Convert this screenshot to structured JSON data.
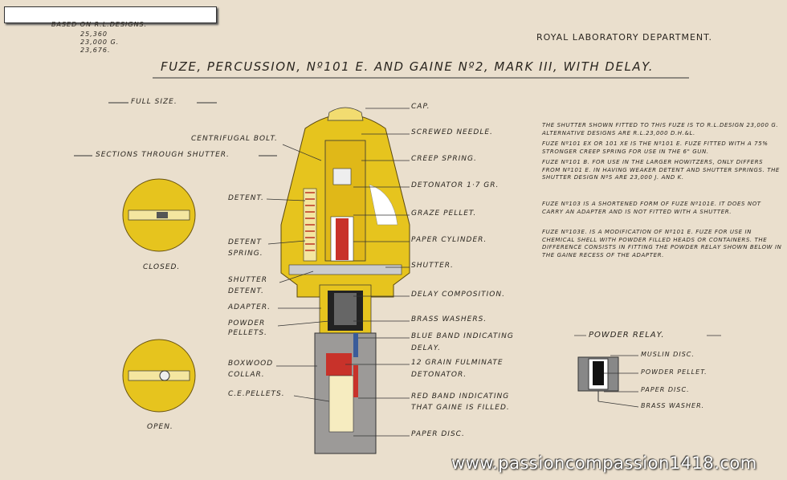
{
  "header": {
    "based_on": "BASED ON R.L.DESIGNS.",
    "designs": [
      "25,360",
      "23,000 G.",
      "23,676."
    ],
    "department": "ROYAL LABORATORY DEPARTMENT.",
    "title": "FUZE, PERCUSSION, Nº101 E. AND GAINE Nº2, MARK III, WITH DELAY."
  },
  "left": {
    "full_size": "FULL SIZE.",
    "sections": "SECTIONS THROUGH SHUTTER.",
    "closed": "CLOSED.",
    "open": "OPEN."
  },
  "labels_left": [
    "CENTRIFUGAL BOLT.",
    "DETENT.",
    "DETENT",
    "SPRING.",
    "SHUTTER",
    "DETENT.",
    "ADAPTER.",
    "POWDER",
    "PELLETS.",
    "BOXWOOD",
    "COLLAR.",
    "C.E.PELLETS."
  ],
  "labels_right": [
    "CAP.",
    "SCREWED NEEDLE.",
    "CREEP SPRING.",
    "DETONATOR 1·7 GR.",
    "GRAZE PELLET.",
    "PAPER CYLINDER.",
    "SHUTTER.",
    "DELAY COMPOSITION.",
    "BRASS WASHERS.",
    "BLUE BAND INDICATING",
    "DELAY.",
    "12 GRAIN FULMINATE",
    "DETONATOR.",
    "RED BAND INDICATING",
    "THAT GAINE IS FILLED.",
    "PAPER DISC."
  ],
  "notes": [
    "THE SHUTTER SHOWN FITTED TO THIS FUZE IS TO R.L.DESIGN 23,000 G. ALTERNATIVE DESIGNS ARE R.L.23,000 D.H.&L.",
    "FUZE Nº101 EX OR 101 XE IS THE Nº101 E. FUZE FITTED WITH A 75% STRONGER CREEP SPRING FOR USE IN THE 6\" GUN.",
    "FUZE Nº101 B. FOR USE IN THE LARGER HOWITZERS, ONLY DIFFERS FROM Nº101 E. IN HAVING WEAKER DETENT AND SHUTTER SPRINGS. THE SHUTTER DESIGN Nºs ARE 23,000 J. AND K.",
    "FUZE Nº103 IS A SHORTENED FORM OF FUZE Nº101E. IT DOES NOT CARRY AN ADAPTER AND IS NOT FITTED WITH A SHUTTER.",
    "FUZE Nº103E. IS A MODIFICATION OF Nº101 E. FUZE FOR USE IN CHEMICAL SHELL WITH POWDER FILLED HEADS OR CONTAINERS. THE DIFFERENCE CONSISTS IN FITTING THE POWDER RELAY SHOWN BELOW IN THE GAINE RECESS OF THE ADAPTER."
  ],
  "relay": {
    "title": "POWDER RELAY.",
    "labels": [
      "MUSLIN DISC.",
      "POWDER PELLET.",
      "PAPER DISC.",
      "BRASS WASHER."
    ]
  },
  "watermark": "www.passioncompassion1418.com",
  "colors": {
    "paper": "#eadfcd",
    "brass": "#e6c41e",
    "red": "#c8322a",
    "blue": "#3a5c9a"
  }
}
